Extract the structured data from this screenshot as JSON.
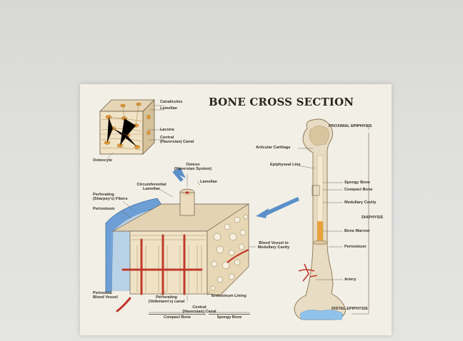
{
  "title": "BONE CROSS SECTION",
  "labels": {
    "canaliculus": "Canaliculus",
    "lamellae_top": "Lamellae",
    "lacuna": "Lacuna",
    "central_canal_top": "Central\n(Haversian) Canal",
    "osteocyte": "Osteocyte",
    "osteon": "Osteon\n(Haversian System)",
    "lamellae_mid": "Lamellae",
    "circumferential": "Circumferential\nLamellae",
    "perforating_fibers": "Perforating\n(Sharpey's) Fibers",
    "periosteum_left": "Periosteum",
    "blood_vessel_cavity": "Blood Vessel to\nMedullary Cavity",
    "periosteal_vessel": "Periosteal\nBlood Vessel",
    "perforating_canal": "Perforating\n(Volkmann's) canal",
    "endosteum": "Endosteum Lining",
    "central_canal_bottom": "Central\n(Haversian) Canal",
    "compact_bone": "Compact Bone",
    "spongy_bone_bottom": "Spongy Bone",
    "proximal_epiphysis": "PROXIMAL EPIPHYSIS",
    "articular_cartilage": "Articular Cartilage",
    "epiphyseal_line": "Epiphyseal Line",
    "spongy_bone_right": "Spongy Bone",
    "compact_bone_right": "Compact Bone",
    "medullary_cavity": "Medullary Cavity",
    "diaphysis": "DIAPHYSIS",
    "bone_marrow": "Bone Marrow",
    "periosteum_right": "Periosteum",
    "artery": "Artery",
    "distal_epiphysis": "DISTAL EPIPHYSIS"
  },
  "colors": {
    "bone": "#e8dcc4",
    "bone_shade": "#c9b99a",
    "vessel": "#c0392b",
    "periosteum": "#6d9fd6",
    "arrow": "#5a8fc9",
    "marrow": "#e9a23b",
    "cartilage": "#8fc3ec"
  }
}
